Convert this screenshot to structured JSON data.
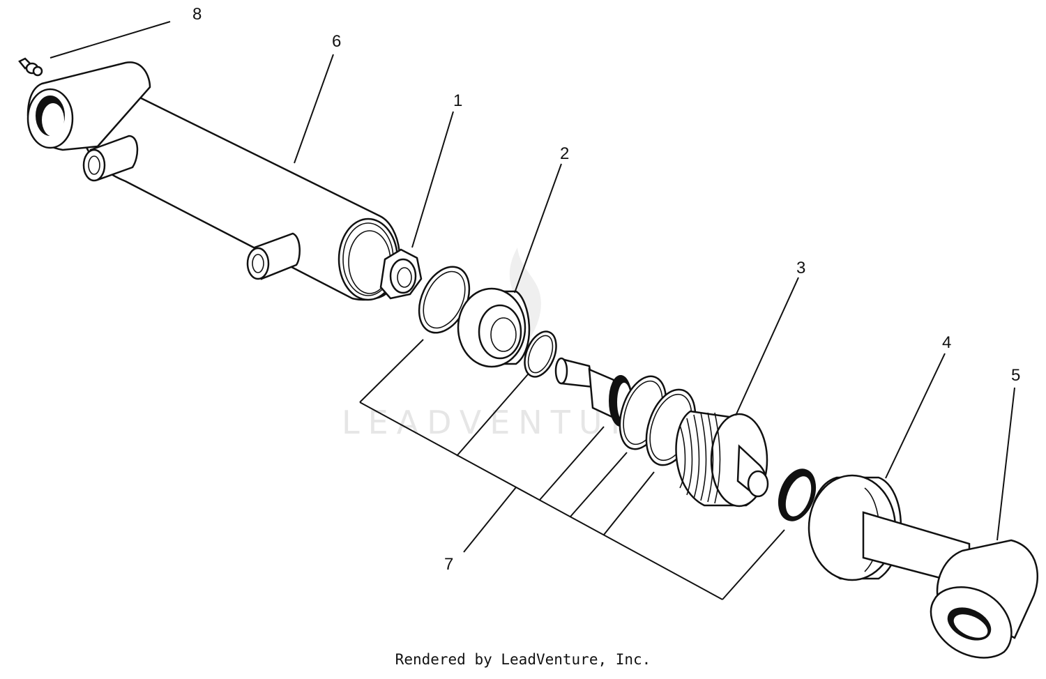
{
  "watermark": {
    "text": "LEADVENTURE"
  },
  "footer": {
    "credit": "Rendered by LeadVenture, Inc."
  },
  "callouts": {
    "c1": "1",
    "c2": "2",
    "c3": "3",
    "c4": "4",
    "c5": "5",
    "c6": "6",
    "c7": "7",
    "c8": "8"
  }
}
